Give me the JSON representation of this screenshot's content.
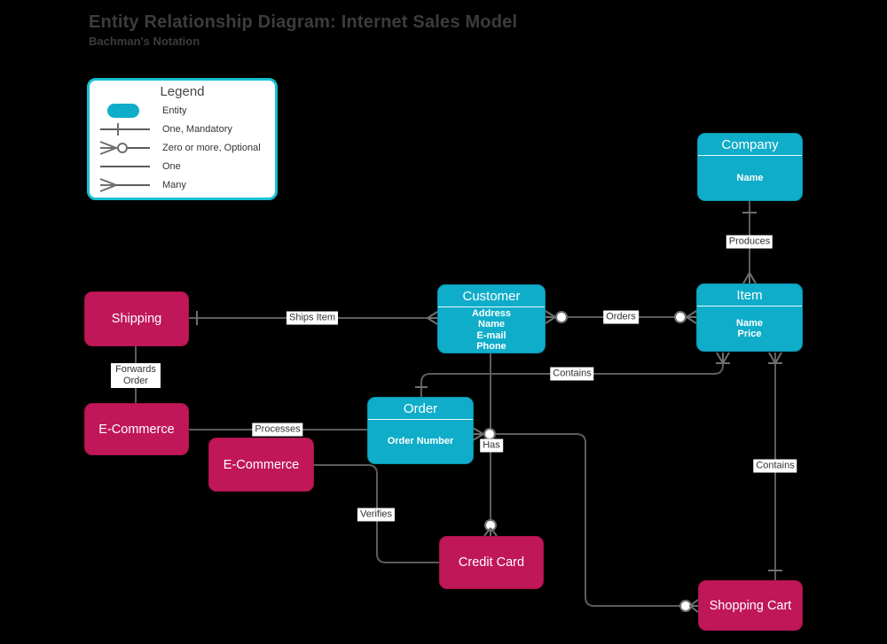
{
  "header": {
    "title": "Entity Relationship Diagram: Internet Sales Model",
    "subtitle": "Bachman's Notation"
  },
  "legend": {
    "title": "Legend",
    "items": [
      {
        "symbol": "entity-swatch",
        "label": "Entity"
      },
      {
        "symbol": "one-mandatory",
        "label": "One, Mandatory"
      },
      {
        "symbol": "zero-or-more-optional",
        "label": "Zero or more, Optional"
      },
      {
        "symbol": "one",
        "label": "One"
      },
      {
        "symbol": "many",
        "label": "Many"
      }
    ]
  },
  "entities": {
    "company": {
      "title": "Company",
      "attributes": [
        "Name"
      ]
    },
    "item": {
      "title": "Item",
      "attributes": [
        "Name",
        "Price"
      ]
    },
    "customer": {
      "title": "Customer",
      "attributes": [
        "Address",
        "Name",
        "E-mail",
        "Phone"
      ]
    },
    "order": {
      "title": "Order",
      "attributes": [
        "Order Number"
      ]
    },
    "shipping": {
      "label": "Shipping"
    },
    "ecommerce_1": {
      "label": "E-Commerce"
    },
    "ecommerce_2": {
      "label": "E-Commerce"
    },
    "credit_card": {
      "label": "Credit Card"
    },
    "shopping_cart": {
      "label": "Shopping Cart"
    }
  },
  "relationships": {
    "produces": "Produces",
    "orders": "Orders",
    "ships_item": "Ships Item",
    "contains_order_item": "Contains",
    "forwards_order": "Forwards Order",
    "processes": "Processes",
    "has": "Has",
    "verifies": "Verifies",
    "contains_item_cart": "Contains"
  },
  "colors": {
    "entity_teal": "#0fadc9",
    "entity_teal_border": "#0b94ae",
    "entity_pink": "#c01758",
    "entity_pink_border": "#a8124c",
    "legend_border": "#17c0d4",
    "connector_line": "#5c5c5c",
    "connector_marker": "#6f6f6f",
    "label_background": "#ffffff",
    "label_text": "#333333",
    "title_text": "#3c3c3c",
    "canvas_background": "#000000"
  }
}
